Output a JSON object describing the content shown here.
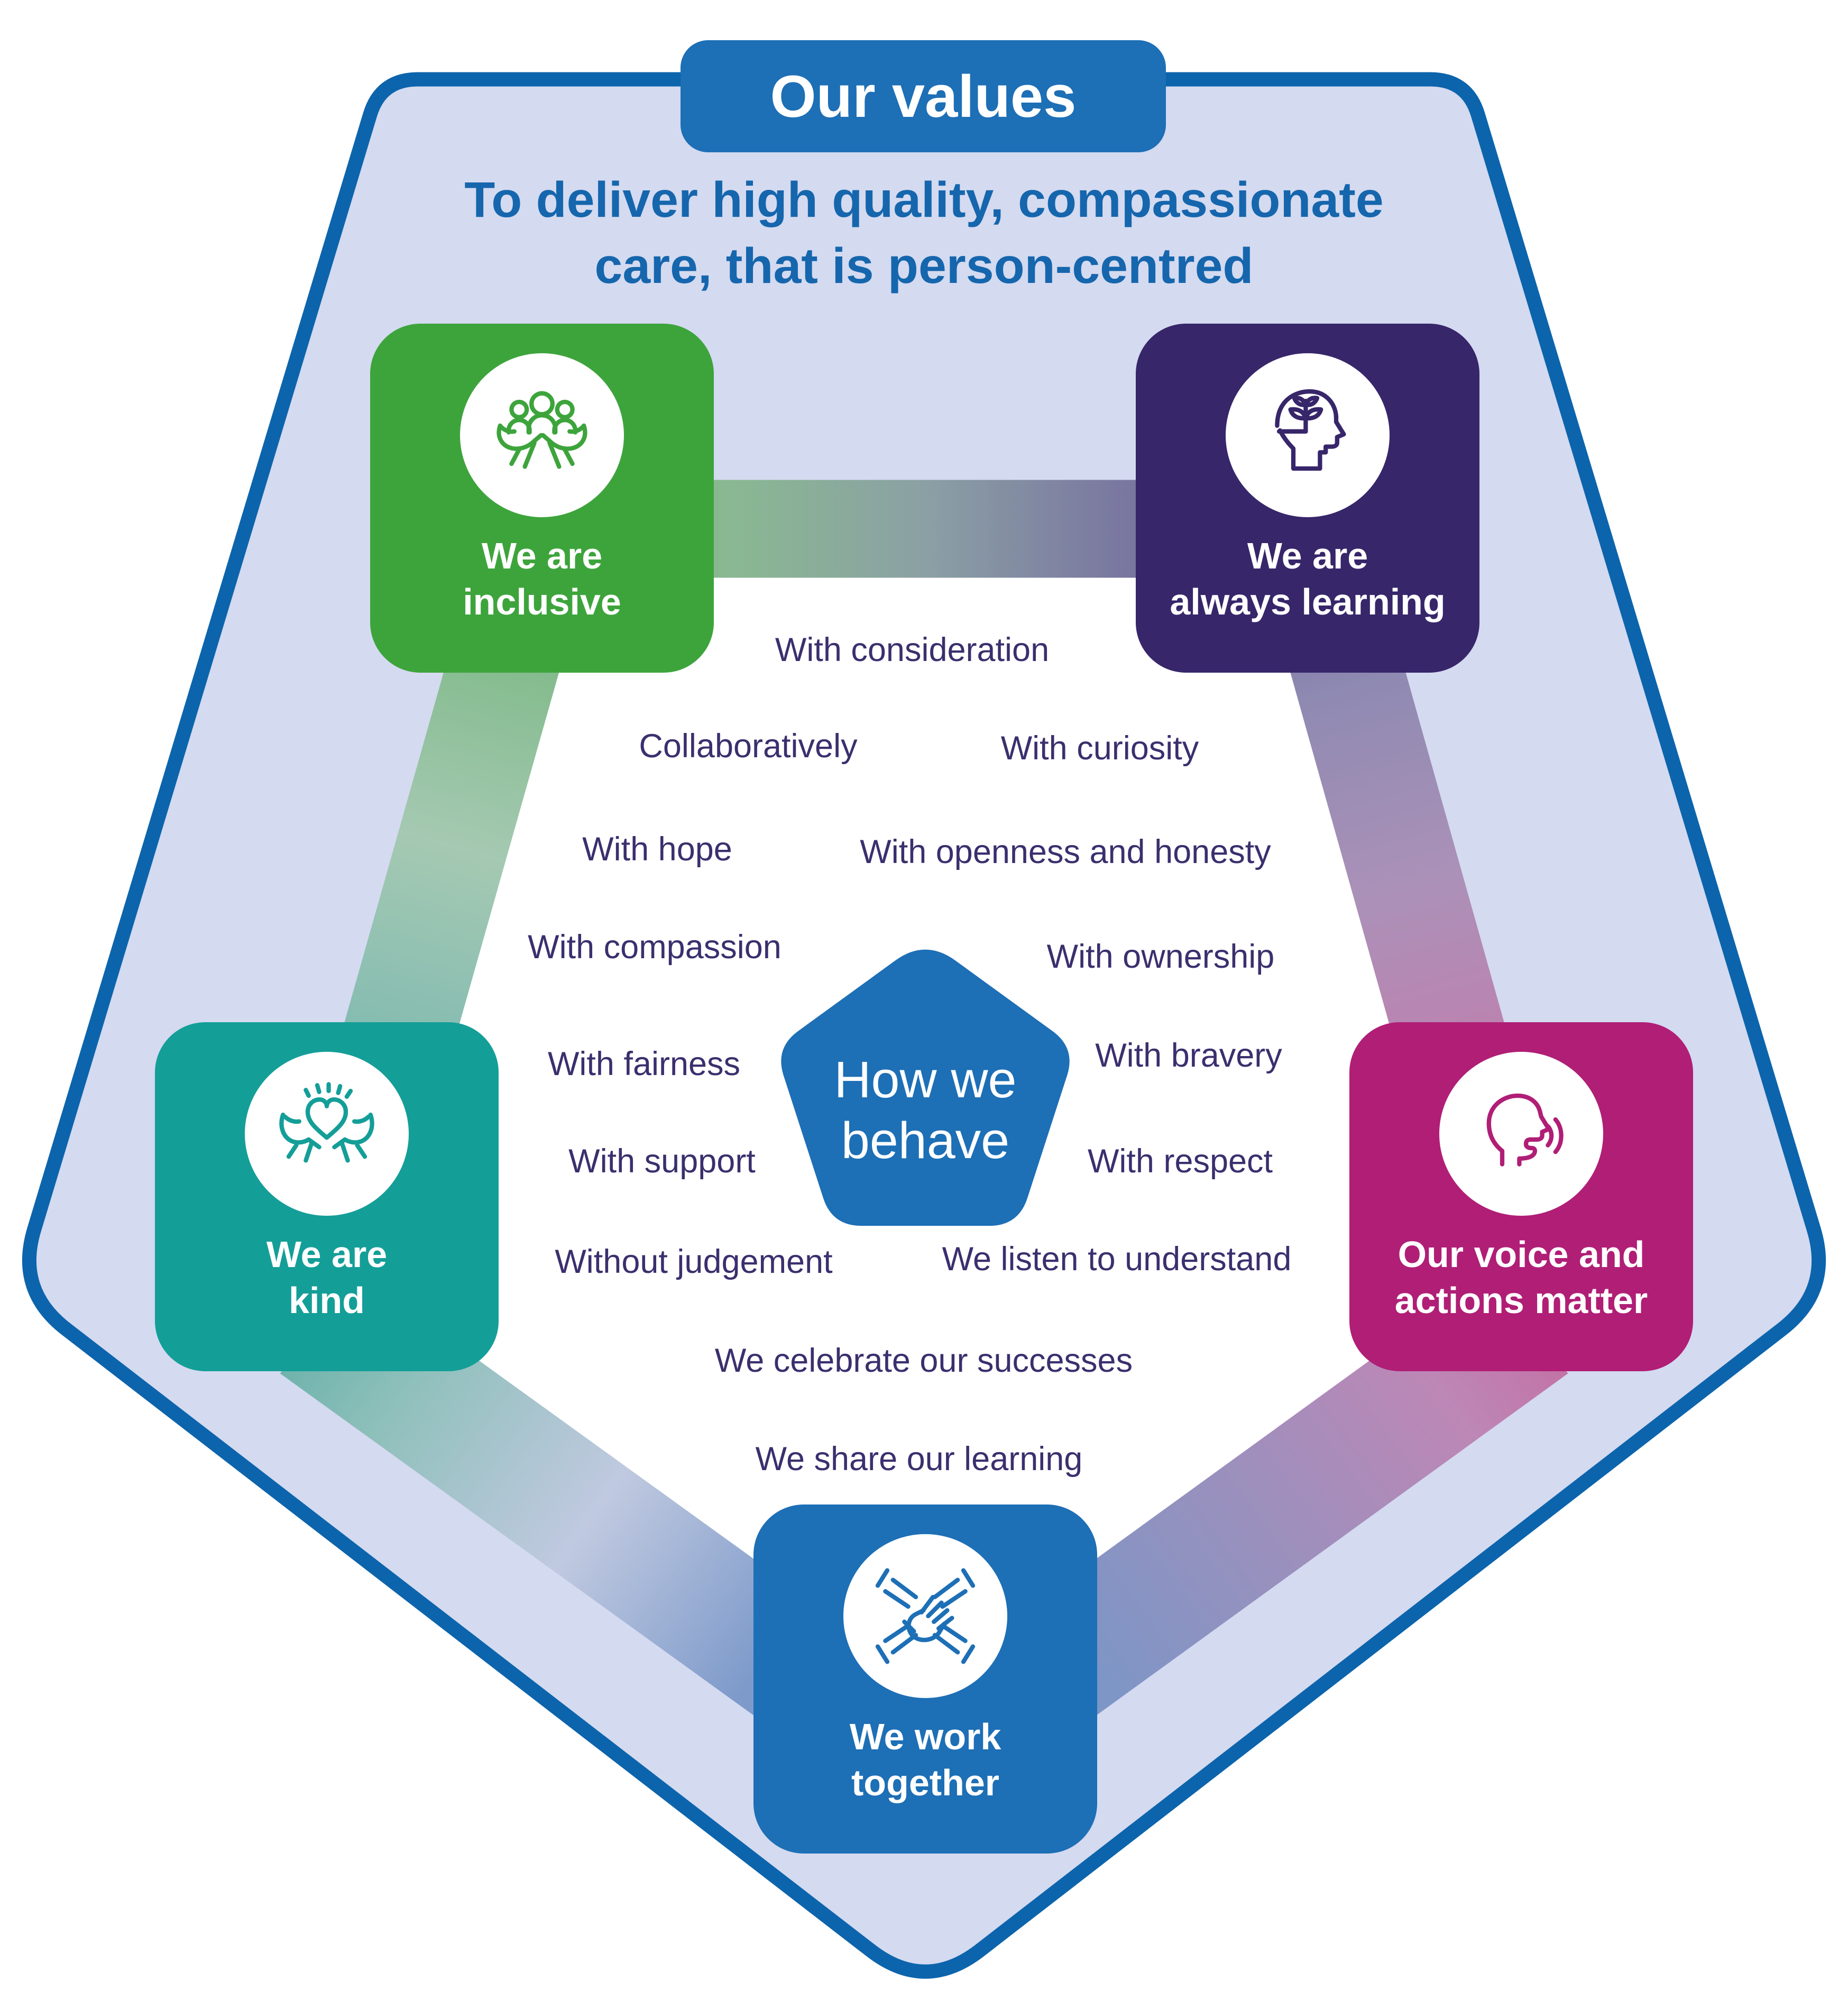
{
  "title": "Our values",
  "subtitle": {
    "line1": "To deliver high quality, compassionate",
    "line2": "care, that is person-centred"
  },
  "center_pentagon": {
    "line1": "How we",
    "line2": "behave"
  },
  "values": [
    {
      "id": "inclusive",
      "line1": "We are",
      "line2": "inclusive",
      "color": "#3da43c",
      "icon": "people-in-hands-icon"
    },
    {
      "id": "always-learning",
      "line1": "We are",
      "line2": "always learning",
      "color": "#37266a",
      "icon": "head-plant-icon"
    },
    {
      "id": "kind",
      "line1": "We are",
      "line2": "kind",
      "color": "#149e98",
      "icon": "hands-heart-icon"
    },
    {
      "id": "voice-actions",
      "line1": "Our voice and",
      "line2": "actions matter",
      "color": "#b01e76",
      "icon": "speaking-head-icon"
    },
    {
      "id": "work-together",
      "line1": "We work",
      "line2": "together",
      "color": "#1d6fb6",
      "icon": "stacked-hands-icon"
    }
  ],
  "behaviours": [
    "With consideration",
    "Collaboratively",
    "With curiosity",
    "With hope",
    "With openness and honesty",
    "With compassion",
    "With ownership",
    "With fairness",
    "With bravery",
    "With support",
    "With respect",
    "Without judgement",
    "We listen to understand",
    "We celebrate our successes",
    "We share our learning"
  ],
  "colors": {
    "outline_blue": "#0c64ac",
    "pentagon_fill": "#d4daf0",
    "accent_blue": "#1d6fb6",
    "subtitle_text": "#1566ad",
    "behaviour_text": "#3b2f6e",
    "green": "#3da43c",
    "purple": "#37266a",
    "teal": "#149e98",
    "magenta": "#b01e76"
  }
}
